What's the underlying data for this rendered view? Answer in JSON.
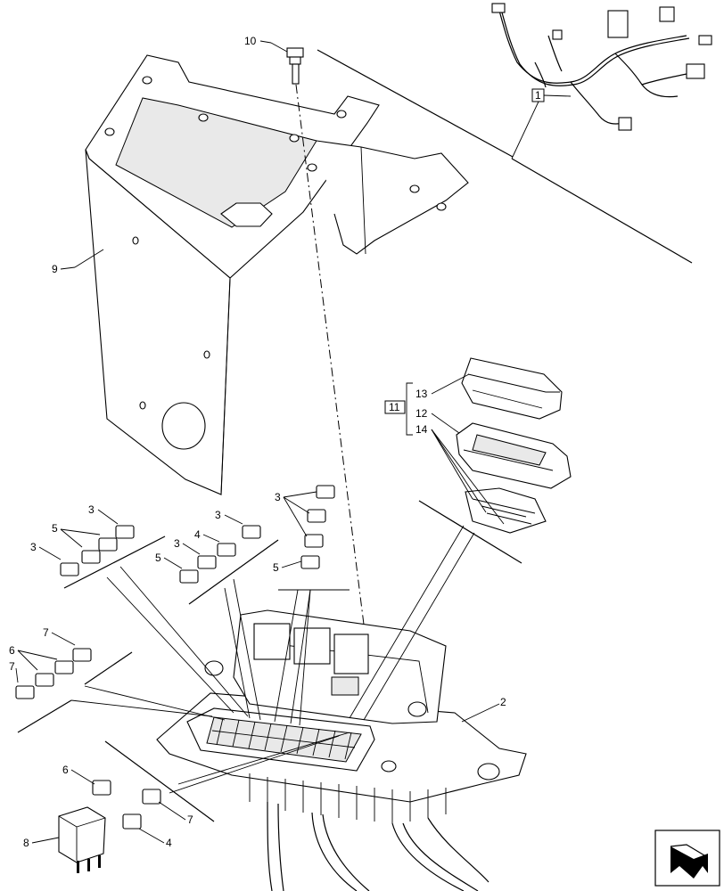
{
  "callouts": {
    "c1": "1",
    "c2": "2",
    "c3a": "3",
    "c3b": "3",
    "c3c": "3",
    "c3d": "3",
    "c3e": "3",
    "c4a": "4",
    "c4b": "4",
    "c5a": "5",
    "c5b": "5",
    "c5c": "5",
    "c6a": "6",
    "c6b": "6",
    "c7a": "7",
    "c7b": "7",
    "c7c": "7",
    "c8": "8",
    "c9": "9",
    "c10": "10",
    "c11": "11",
    "c12": "12",
    "c13": "13",
    "c14": "14"
  },
  "icons": {
    "corner": "navigation-arrow-icon"
  }
}
